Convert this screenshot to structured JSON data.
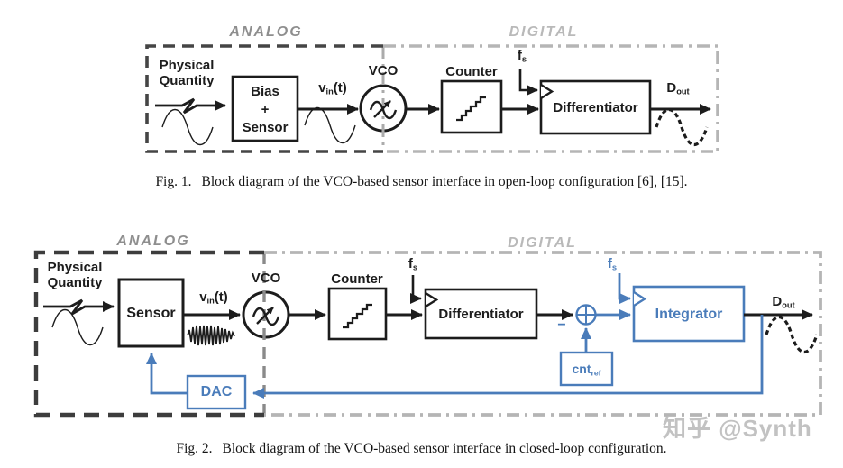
{
  "colors": {
    "ink": "#1c1c1c",
    "accent_blue": "#4a7cba",
    "analog_border": "#454545",
    "digital_border": "#b5b5b5",
    "analog_label": "#8e8e8e",
    "digital_label": "#b9b9b9",
    "watermark": "#b9b9b9"
  },
  "watermark": {
    "text": "知乎 @Synth"
  },
  "fig1": {
    "region_labels": {
      "analog": "ANALOG",
      "digital": "DIGITAL"
    },
    "source": {
      "line1": "Physical",
      "line2": "Quantity"
    },
    "blocks": {
      "bias_sensor": {
        "line1": "Bias",
        "line2": "+",
        "line3": "Sensor"
      },
      "vco": "VCO",
      "counter": "Counter",
      "differentiator": "Differentiator"
    },
    "signals": {
      "vin": {
        "base": "v",
        "sub": "in",
        "suffix": "(t)"
      },
      "fs": {
        "base": "f",
        "sub": "s"
      },
      "dout": {
        "base": "D",
        "sub": "out"
      }
    },
    "caption": {
      "label": "Fig. 1.",
      "text": "Block diagram of the VCO-based sensor interface in open-loop configuration [6], [15]."
    }
  },
  "fig2": {
    "region_labels": {
      "analog": "ANALOG",
      "digital": "DIGITAL"
    },
    "source": {
      "line1": "Physical",
      "line2": "Quantity"
    },
    "blocks": {
      "sensor": "Sensor",
      "vco": "VCO",
      "counter": "Counter",
      "differentiator": "Differentiator",
      "integrator": "Integrator",
      "dac": "DAC",
      "cnt_ref": {
        "base": "cnt",
        "sub": "ref"
      }
    },
    "signals": {
      "vin": {
        "base": "v",
        "sub": "in",
        "suffix": "(t)"
      },
      "fs_counter": {
        "base": "f",
        "sub": "s"
      },
      "fs_integrator": {
        "base": "f",
        "sub": "s"
      },
      "dout": {
        "base": "D",
        "sub": "out"
      },
      "minus": "−"
    },
    "caption": {
      "label": "Fig. 2.",
      "text": "Block diagram of the VCO-based sensor interface in closed-loop configuration."
    }
  }
}
